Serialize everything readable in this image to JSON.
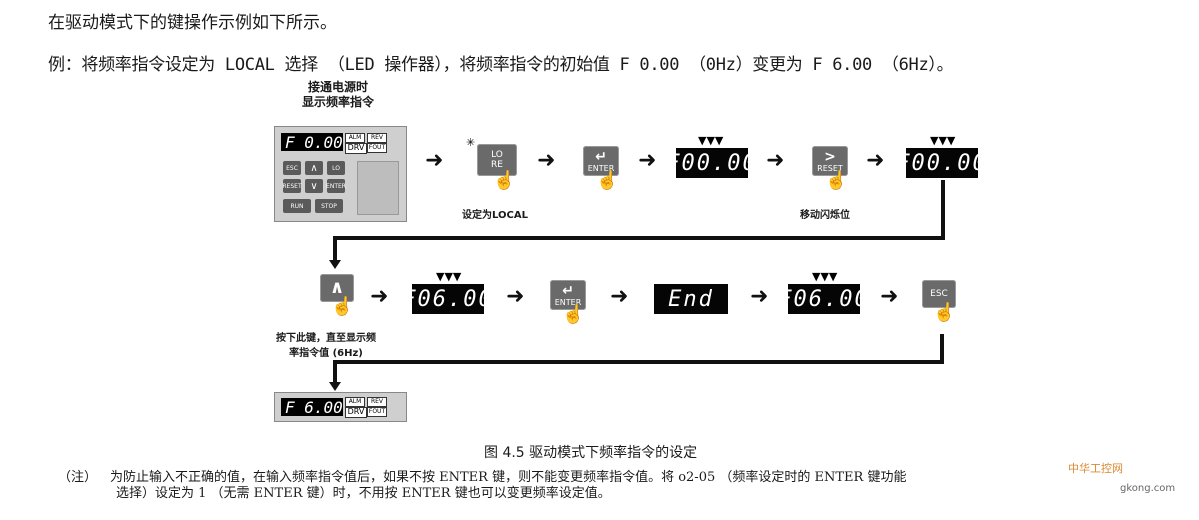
{
  "text": {
    "intro": "在驱动模式下的键操作示例如下所示。",
    "example": "例：将频率指令设定为 LOCAL 选择 （LED 操作器），将频率指令的初始值 F 0.00 （0Hz）变更为 F 6.00 （6Hz）。",
    "power_caption_1": "接通电源时",
    "power_caption_2": "显示频率指令",
    "label_local": "设定为LOCAL",
    "label_move_blink": "移动闪烁位",
    "label_press_1": "按下此键，直至显示频",
    "label_press_2": "率指令值 (6Hz)",
    "figure_caption": "图 4.5  驱动模式下频率指令的设定",
    "note_tag": "（注）",
    "note_line1": "为防止输入不正确的值，在输入频率指令值后，如果不按 ENTER 键，则不能变更频率指令值。将 o2-05 （频率设定时的 ENTER 键功能",
    "note_line2": "选择）设定为 1 （无需 ENTER 键）时，不用按 ENTER 键也可以变更频率设定值。",
    "watermark_cn": "中华工控网",
    "watermark_url": "gkong.com"
  },
  "displays": {
    "initial": "F 0.00",
    "f0000": "F00.00",
    "f0600": "F06.00",
    "end": "End",
    "final": "F 6.00"
  },
  "keys": {
    "lo": "LO",
    "re": "RE",
    "enter": "ENTER",
    "reset": "RESET",
    "esc": "ESC",
    "up": "∧",
    "run": "RUN",
    "stop": "STOP"
  },
  "panel": {
    "alm": "ALM",
    "rev": "REV",
    "drv": "DRV",
    "fout": "FOUT",
    "ic": "ENTER"
  }
}
